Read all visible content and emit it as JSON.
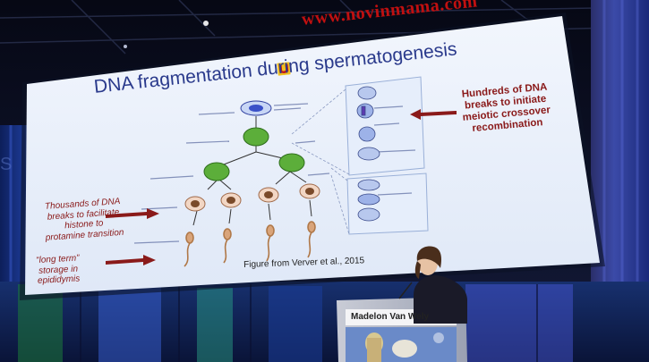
{
  "watermark": "www.novinmama.com",
  "slide": {
    "title": "DNA fragmentation during spermatogenesis",
    "callout_right": [
      "Hundreds of DNA",
      "breaks to initiate",
      "meiotic crossover",
      "recombination"
    ],
    "callout_left": [
      "Thousands of DNA",
      "breaks to facilitate",
      "histone to",
      "protamine transition"
    ],
    "callout_storage": [
      "“long term”",
      "storage in",
      "epididymis"
    ],
    "figure_credit": "Figure from Verver et al., 2015",
    "logo_icon": "university-logo-icon"
  },
  "podium": {
    "speaker_name": "Madelon Van Wely"
  },
  "colors": {
    "slide_bg": "#eef3fb",
    "title": "#2a3a8c",
    "callout": "#8a1a1a",
    "watermark": "#c01010",
    "arrow": "#8a1a1a",
    "cell_green": "#5cae3a"
  }
}
